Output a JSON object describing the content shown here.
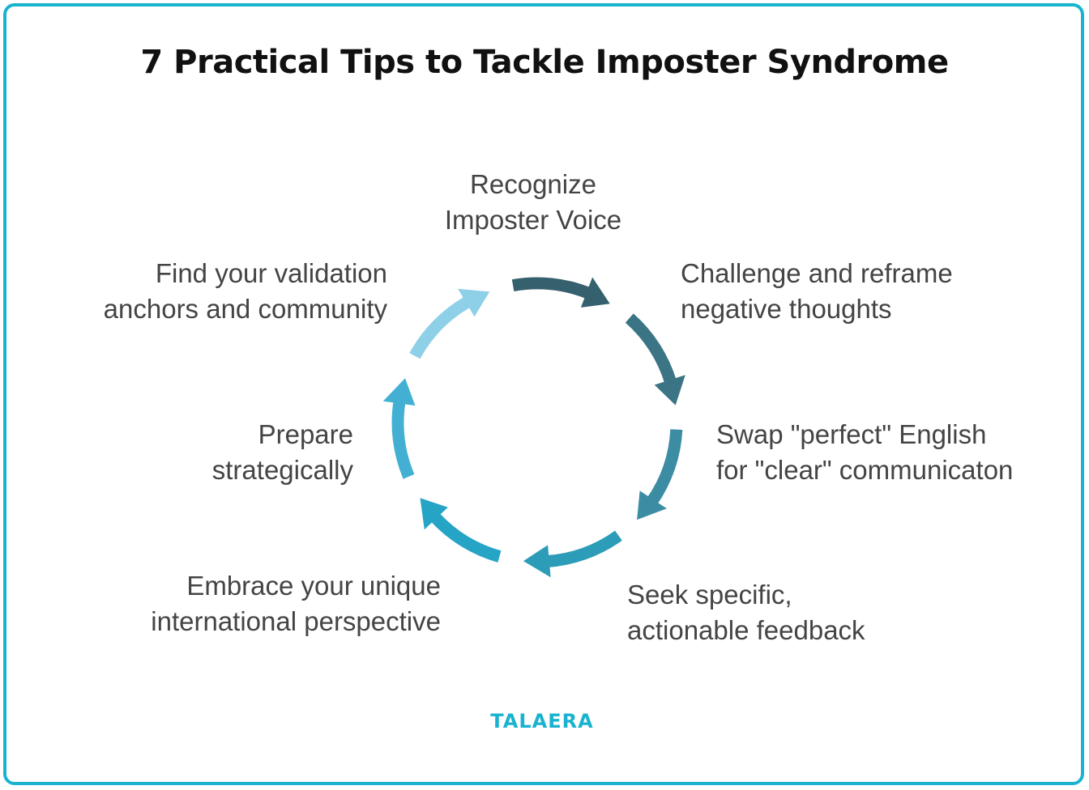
{
  "title": "7 Practical Tips to Tackle Imposter Syndrome",
  "steps": [
    {
      "lines": [
        "Recognize",
        "Imposter Voice"
      ],
      "color": "#35606d"
    },
    {
      "lines": [
        "Challenge and reframe",
        "negative thoughts"
      ],
      "color": "#3b7485"
    },
    {
      "lines": [
        "Swap \"perfect\" English",
        "for \"clear\" communicaton"
      ],
      "color": "#3c8da3"
    },
    {
      "lines": [
        "Seek specific,",
        "actionable feedback"
      ],
      "color": "#2c9cb8"
    },
    {
      "lines": [
        "Embrace your unique",
        "international perspective"
      ],
      "color": "#26a4c6"
    },
    {
      "lines": [
        "Prepare",
        "strategically"
      ],
      "color": "#43b0d3"
    },
    {
      "lines": [
        "Find your validation",
        "anchors and community"
      ],
      "color": "#8ed0e8"
    }
  ],
  "brand": "TALAERA",
  "colors": {
    "frame": "#19b3cf",
    "brand": "#19b3cf",
    "label_text": "#444444"
  }
}
